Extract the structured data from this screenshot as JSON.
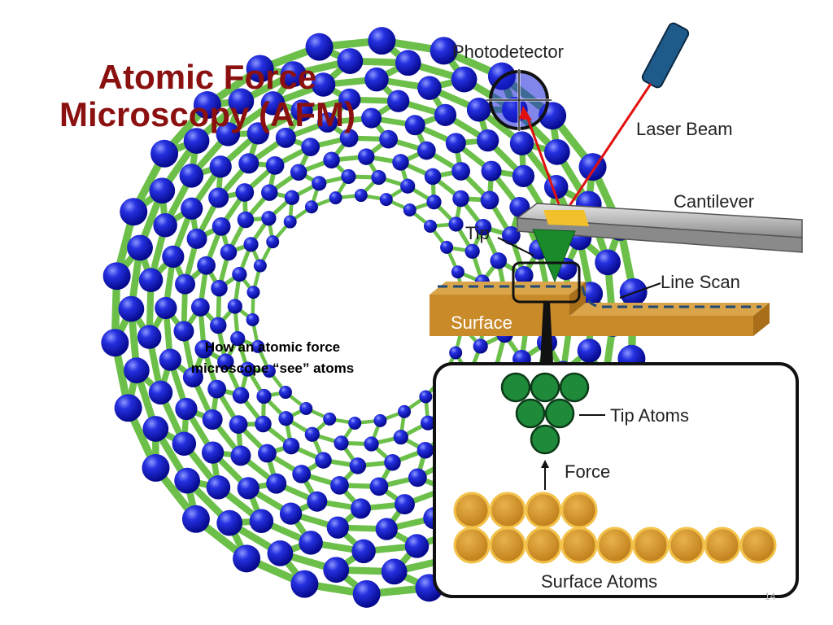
{
  "slide": {
    "title_line1": "Atomic Force",
    "title_line2": "Microscopy (AFM)",
    "caption_line1": "How an atomic force",
    "caption_line2": "microscope “see” atoms",
    "slide_number": "14"
  },
  "diagram": {
    "labels": {
      "photodetector": "Photodetector",
      "laser_beam": "Laser Beam",
      "cantilever": "Cantilever",
      "tip": "Tip",
      "line_scan": "Line Scan",
      "surface": "Surface",
      "tip_atoms": "Tip Atoms",
      "force": "Force",
      "surface_atoms": "Surface Atoms"
    },
    "colors": {
      "title": "#8b1010",
      "nanotube_atom": "#1a22d8",
      "nanotube_bond": "#6cc04a",
      "laser": "#e01010",
      "tip": "#1a8a2a",
      "tip_atom": "#1e8a3a",
      "surface_atom": "#d49a2a",
      "surface_block": "#c98a2a",
      "cantilever": "#b0b0b0",
      "laser_device": "#1e5a8a"
    }
  }
}
